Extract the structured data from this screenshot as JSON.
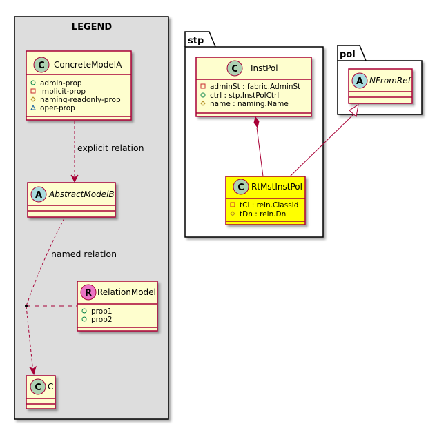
{
  "legend": {
    "title": "LEGEND",
    "concrete_model": {
      "stereotype": "C",
      "name": "ConcreteModelA",
      "attributes": [
        {
          "visibility": "public",
          "text": "admin-prop"
        },
        {
          "visibility": "private",
          "text": "implicit-prop"
        },
        {
          "visibility": "protected",
          "text": "naming-readonly-prop"
        },
        {
          "visibility": "package",
          "text": "oper-prop"
        }
      ]
    },
    "explicit_relation_label": "explicit relation",
    "abstract_model": {
      "stereotype": "A",
      "name": "AbstractModelB"
    },
    "named_relation_label": "named relation",
    "relation_model": {
      "stereotype": "R",
      "name": "RelationModel",
      "attributes": [
        {
          "visibility": "public",
          "text": "prop1"
        },
        {
          "visibility": "public",
          "text": "prop2"
        }
      ]
    },
    "target_model": {
      "stereotype": "C",
      "name": "C"
    }
  },
  "packages": {
    "stp": {
      "name": "stp",
      "inst_pol": {
        "stereotype": "C",
        "name": "InstPol",
        "attributes": [
          {
            "visibility": "private",
            "text": "adminSt : fabric.AdminSt"
          },
          {
            "visibility": "public",
            "text": "ctrl : stp.InstPolCtrl"
          },
          {
            "visibility": "protected",
            "text": "name : naming.Name"
          }
        ]
      },
      "rt_mst_inst_pol": {
        "stereotype": "C",
        "name": "RtMstInstPol",
        "attributes": [
          {
            "visibility": "private",
            "text": "tCl : reln.ClassId"
          },
          {
            "visibility": "protected",
            "text": "tDn : reln.Dn"
          }
        ]
      }
    },
    "pol": {
      "name": "pol",
      "nfrom_ref": {
        "stereotype": "A",
        "name": "NFromRef"
      }
    }
  },
  "colors": {
    "class_fill": "#FEFECE",
    "highlight_fill": "#FFFF00",
    "border": "#A80036",
    "legend_bg": "#DDDDDD",
    "class_circle": "#ADD1B2",
    "abstract_circle": "#A9DCDF",
    "relation_circle": "#EB74C5"
  }
}
